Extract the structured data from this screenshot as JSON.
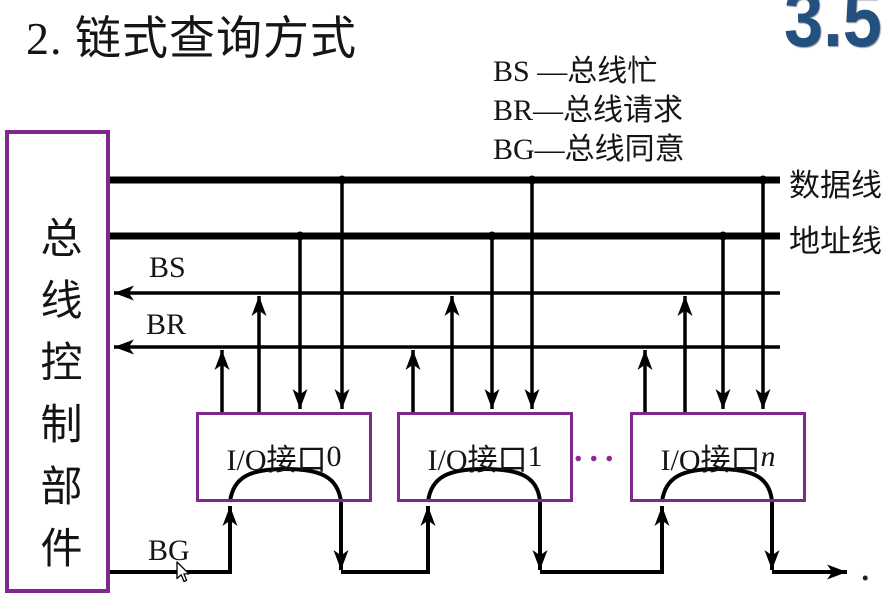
{
  "slide": {
    "title": "2. 链式查询方式",
    "corner_badge": "3.5",
    "trailing_period": "."
  },
  "legend": {
    "items": [
      "BS —总线忙",
      "BR—总线请求",
      "BG—总线同意"
    ]
  },
  "controller": {
    "label": "总线控制部件"
  },
  "bus_labels": {
    "data": "数据线",
    "address": "地址线",
    "bs": "BS",
    "br": "BR",
    "bg": "BG"
  },
  "interfaces": {
    "prefix": "I/O接口",
    "items": [
      {
        "suffix": "0"
      },
      {
        "suffix": "1"
      },
      {
        "suffix": "n"
      }
    ],
    "separator": "..."
  },
  "colors": {
    "box_border_purple": "#7d2a8c",
    "separator_dots_purple": "#8e2b8e",
    "badge_blue": "#23507f",
    "line_black": "#000000",
    "background": "#ffffff"
  }
}
